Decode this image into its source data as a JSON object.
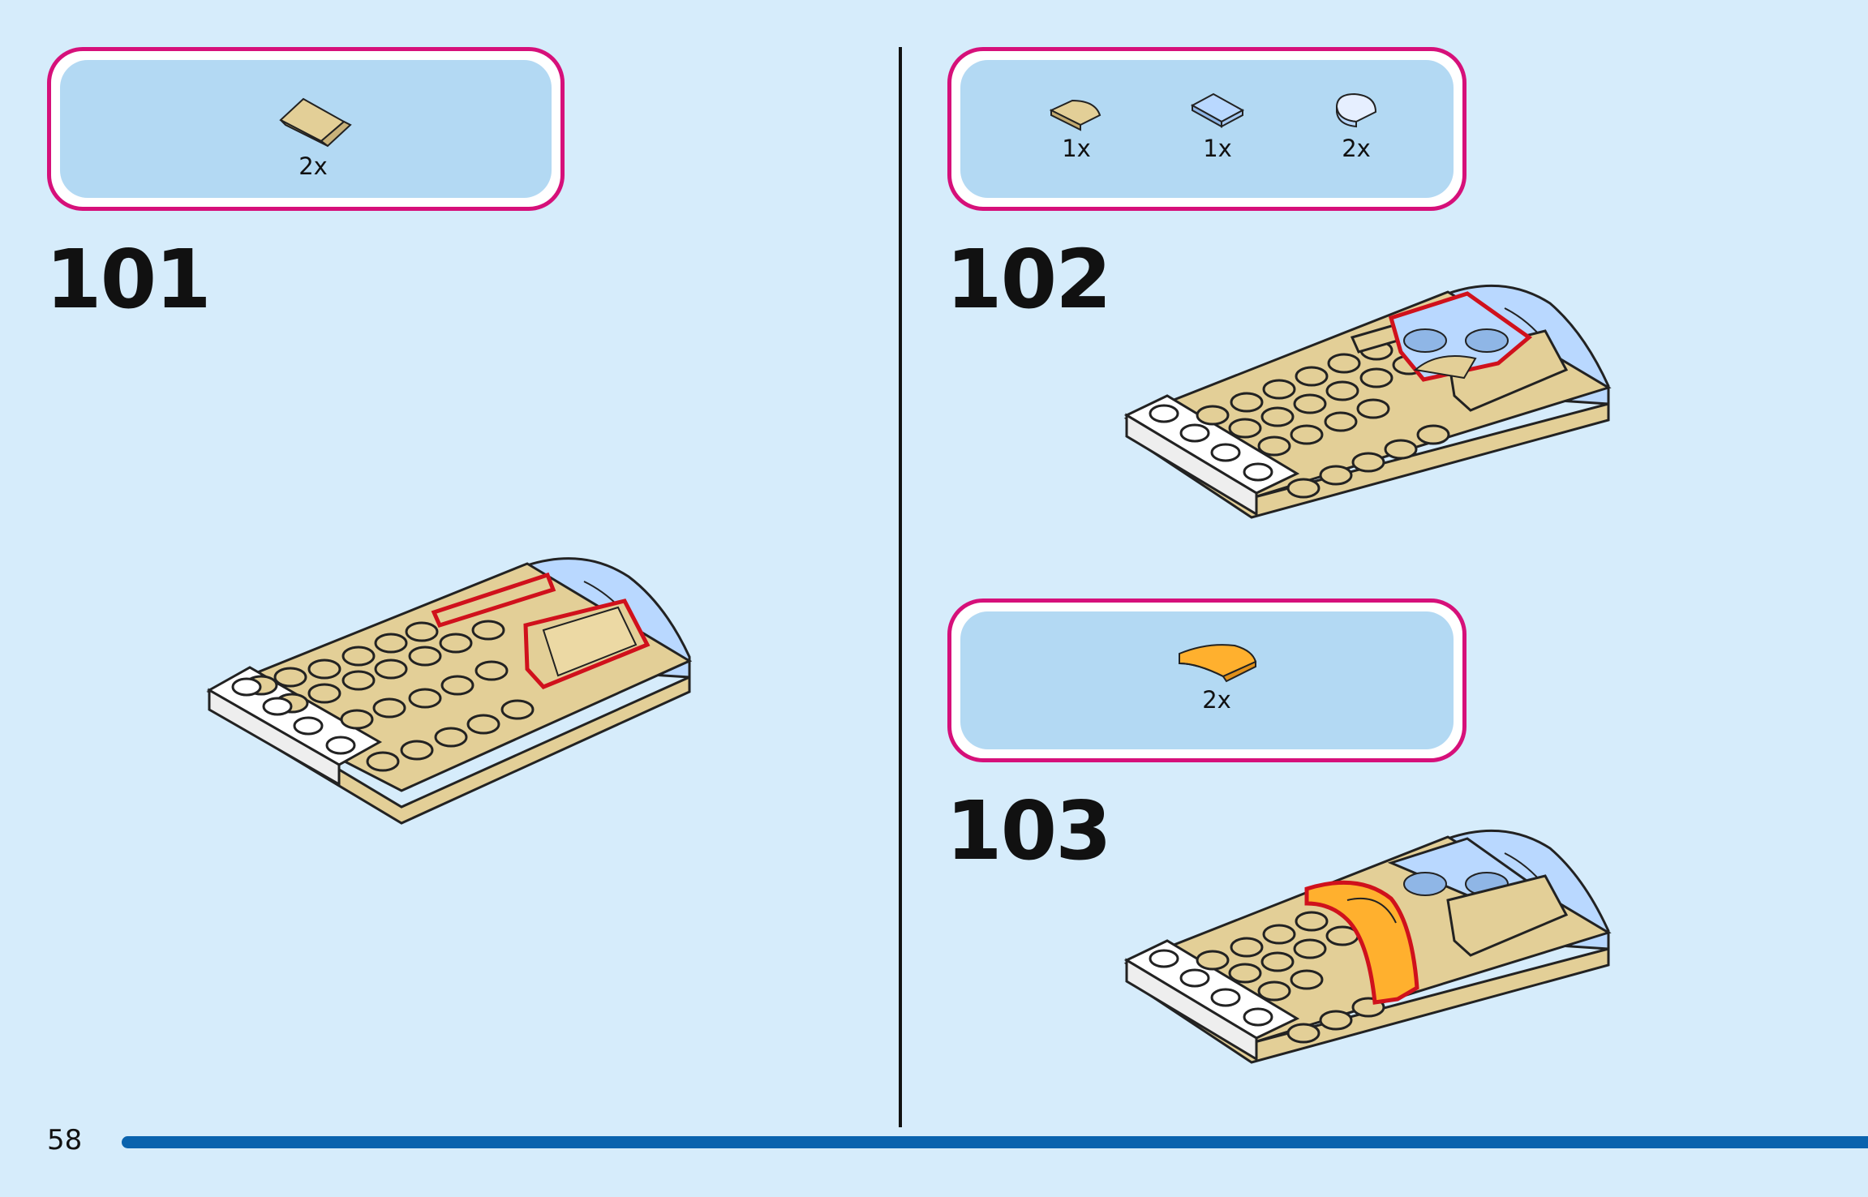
{
  "page_number": "58",
  "colors": {
    "background": "#d6ecfb",
    "callout_border": "#d6107a",
    "callout_fill": "#b3d9f3",
    "tan": "#e3cf97",
    "trans_light_blue": "#b9d8ff",
    "orange": "#ffb02e",
    "highlight": "#d0111c",
    "footer_bar": "#0a63ae"
  },
  "steps": [
    {
      "number": "101",
      "parts": [
        {
          "icon": "tan-slope-brick-icon",
          "qty": "2x"
        }
      ]
    },
    {
      "number": "102",
      "parts": [
        {
          "icon": "tan-quarter-round-tile-icon",
          "qty": "1x"
        },
        {
          "icon": "trans-blue-tile-icon",
          "qty": "1x"
        },
        {
          "icon": "trans-blue-round-tile-icon",
          "qty": "2x"
        }
      ]
    },
    {
      "number": "103",
      "parts": [
        {
          "icon": "orange-curved-slope-icon",
          "qty": "2x"
        }
      ]
    }
  ]
}
